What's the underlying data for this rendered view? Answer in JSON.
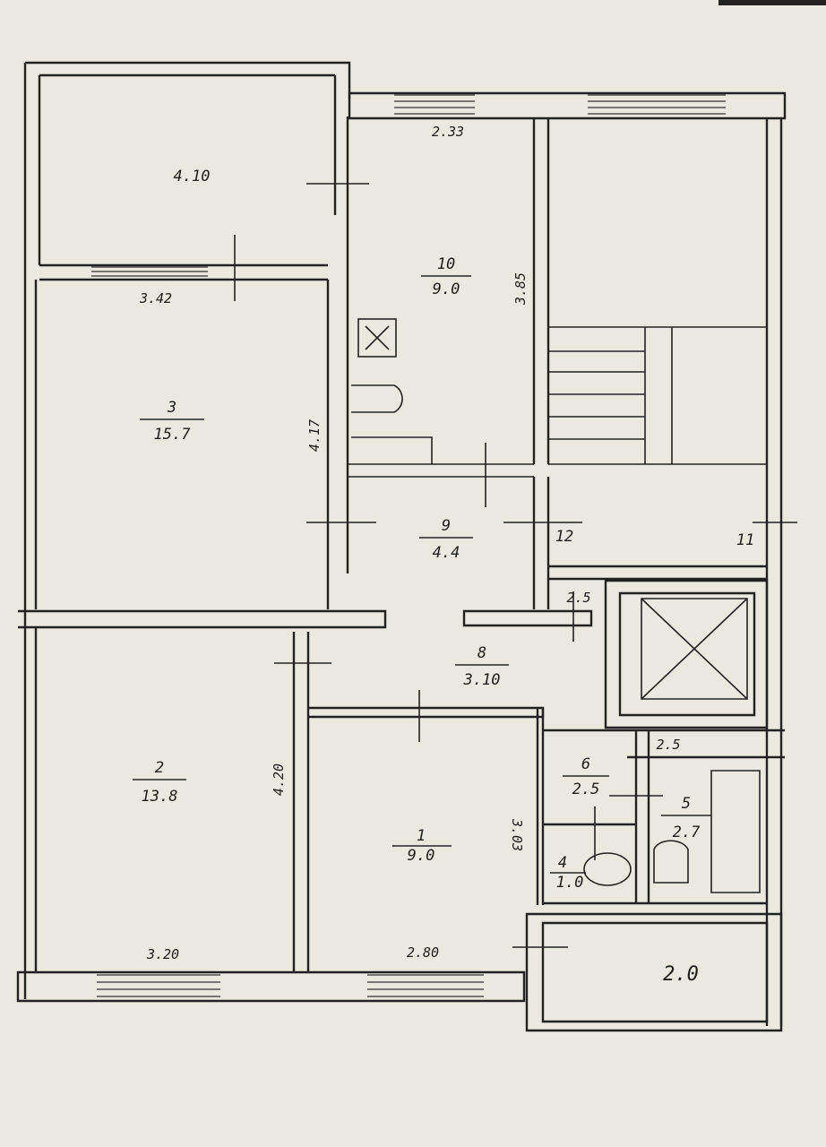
{
  "rooms": [
    {
      "id": "r1",
      "number": "1",
      "area": "9.0"
    },
    {
      "id": "r2",
      "number": "2",
      "area": "13.8"
    },
    {
      "id": "r3",
      "number": "3",
      "area": "15.7"
    },
    {
      "id": "r4",
      "number": "4",
      "area": "1.0"
    },
    {
      "id": "r5",
      "number": "5",
      "area": "2.7"
    },
    {
      "id": "r6",
      "number": "6",
      "area": "2.5"
    },
    {
      "id": "r8",
      "number": "8",
      "area": "3.10"
    },
    {
      "id": "r9",
      "number": "9",
      "area": "4.4"
    },
    {
      "id": "r10",
      "number": "10",
      "area": "9.0"
    }
  ],
  "labels": {
    "loggia_top": "4.10",
    "room11": "11",
    "room12": "12",
    "balcony": "2.0",
    "small_a": "2.5",
    "small_b": "2.5"
  },
  "dimensions": {
    "top_window": "2.33",
    "room3_width": "3.42",
    "room3_height": "4.17",
    "room10_height": "3.85",
    "room2_height": "4.20",
    "room2_width": "3.20",
    "room1_height": "3.03",
    "room1_width": "2.80"
  }
}
